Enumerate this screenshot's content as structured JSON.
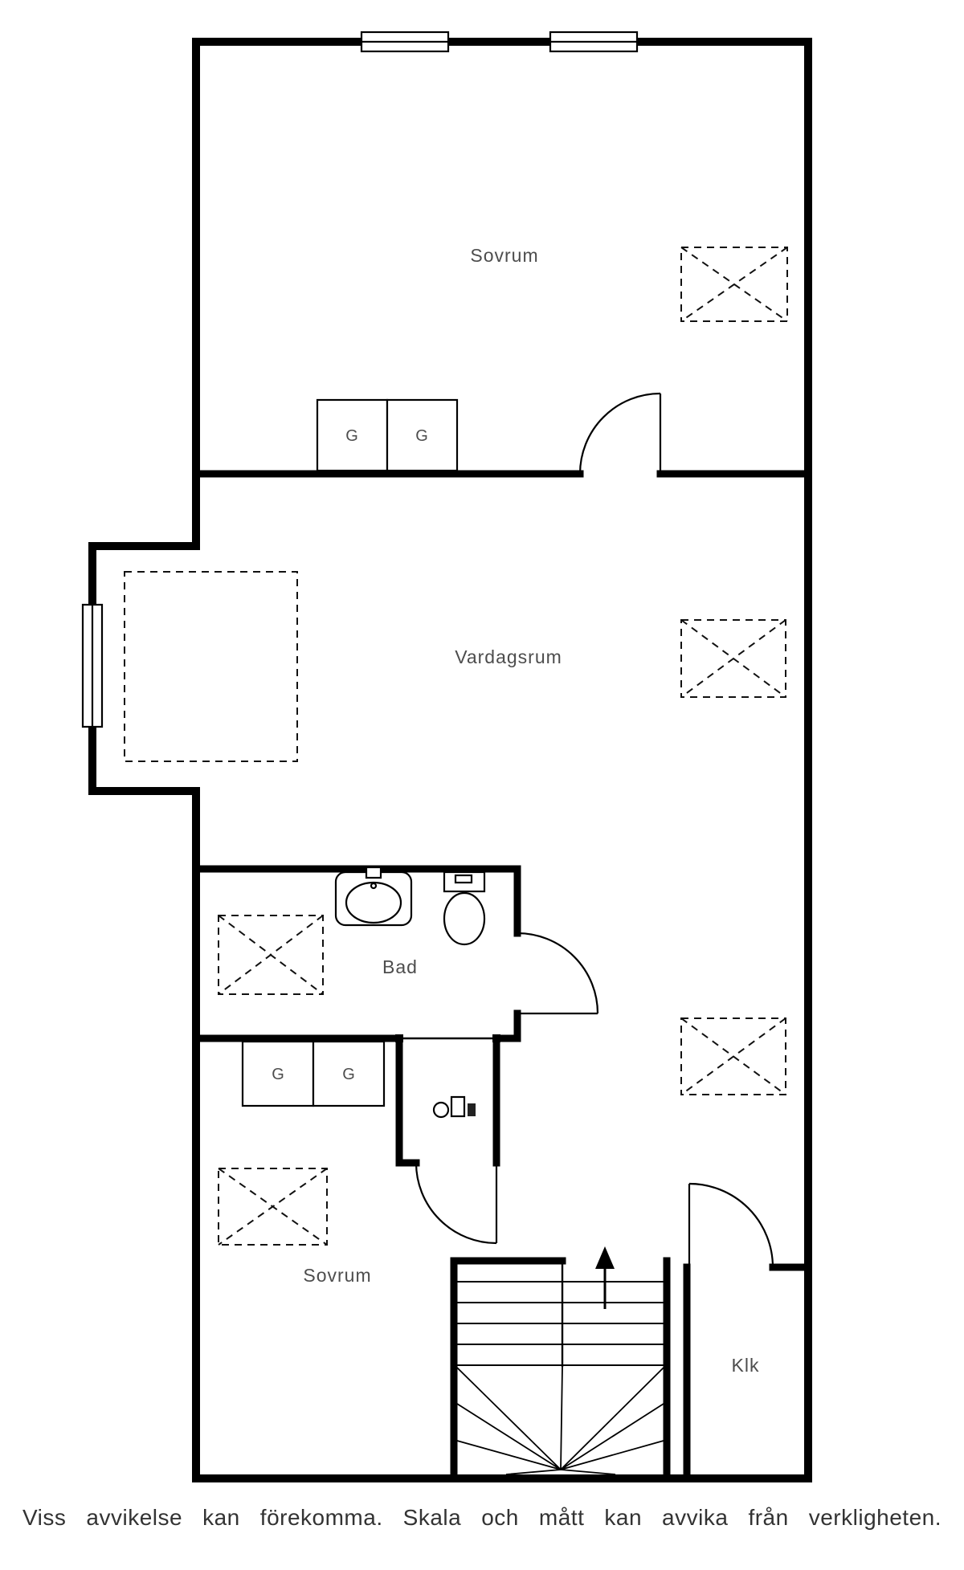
{
  "rooms": [
    {
      "id": "bedroom-top",
      "label": "Sovrum"
    },
    {
      "id": "living-room",
      "label": "Vardagsrum"
    },
    {
      "id": "bathroom",
      "label": "Bad"
    },
    {
      "id": "bedroom-bottom",
      "label": "Sovrum"
    },
    {
      "id": "closet",
      "label": "Klk"
    }
  ],
  "wardrobes": [
    {
      "label": "G"
    },
    {
      "label": "G"
    },
    {
      "label": "G"
    },
    {
      "label": "G"
    }
  ],
  "footer": {
    "disclaimer": "Viss avvikelse kan förekomma. Skala och mått kan avvika från verkligheten."
  },
  "colors": {
    "wall": "#000000",
    "room_label": "#4d4d4d",
    "disclaimer_text": "#333333",
    "background": "#ffffff"
  }
}
